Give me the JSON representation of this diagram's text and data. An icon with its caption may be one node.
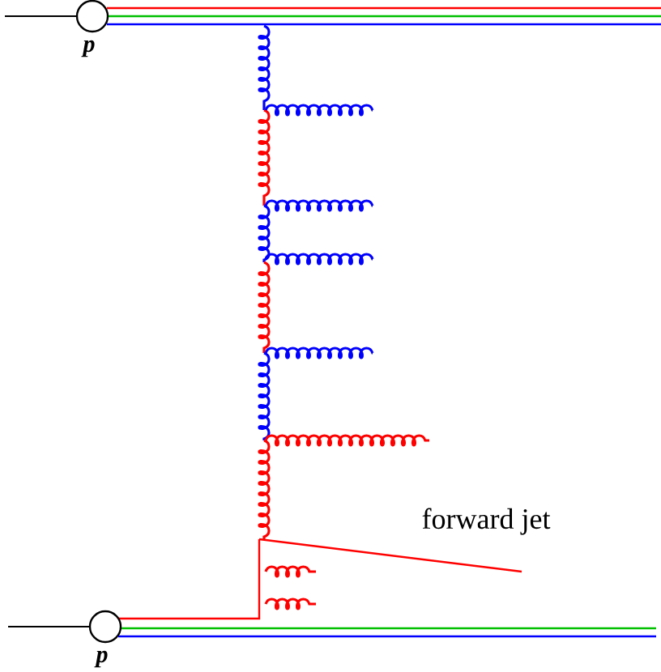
{
  "diagram": {
    "nodes": [
      {
        "text": [],
        "shape": "circle",
        "beside": [
          "p"
        ]
      },
      {
        "text": [],
        "shape": "circle",
        "beside": [
          "p"
        ]
      }
    ],
    "labels": [
      "forward jet"
    ]
  }
}
